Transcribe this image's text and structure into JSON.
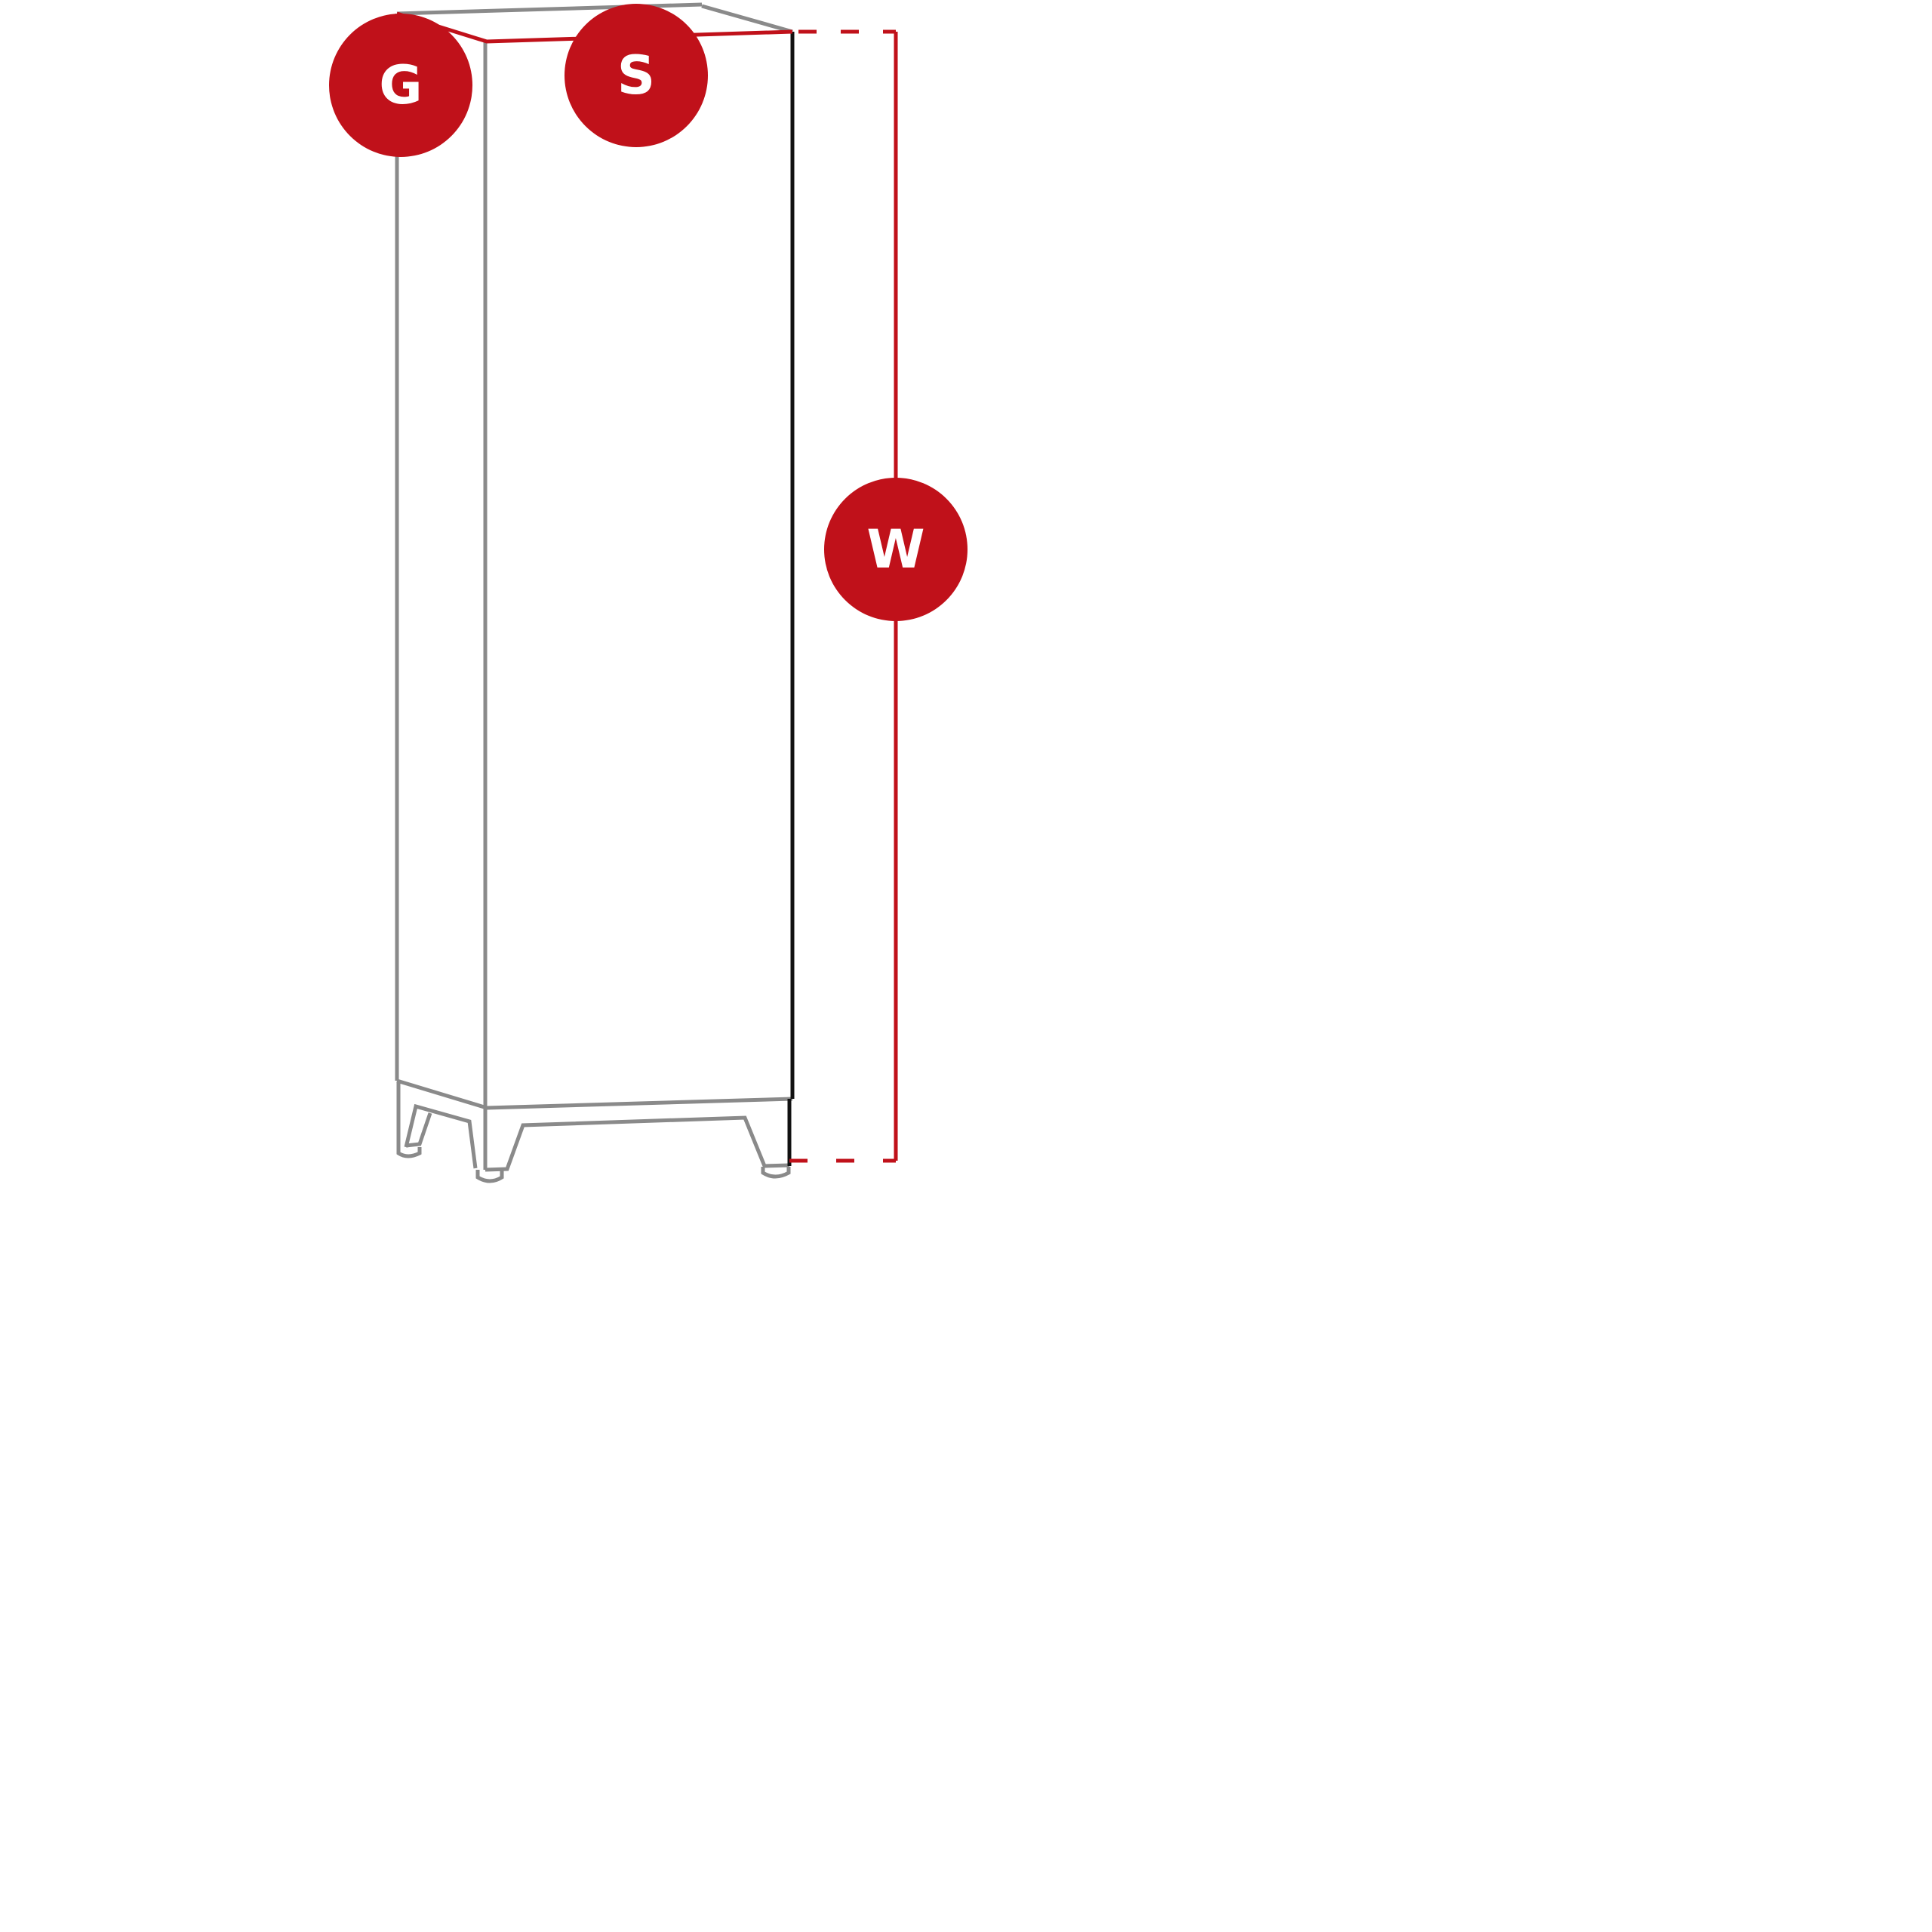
{
  "diagram": {
    "title_hidden": false,
    "labels": {
      "depth": "G",
      "width": "S",
      "height": "W"
    },
    "colors": {
      "accent": "#c0111a",
      "outline": "#8a8a8a",
      "edge": "#111111"
    }
  }
}
